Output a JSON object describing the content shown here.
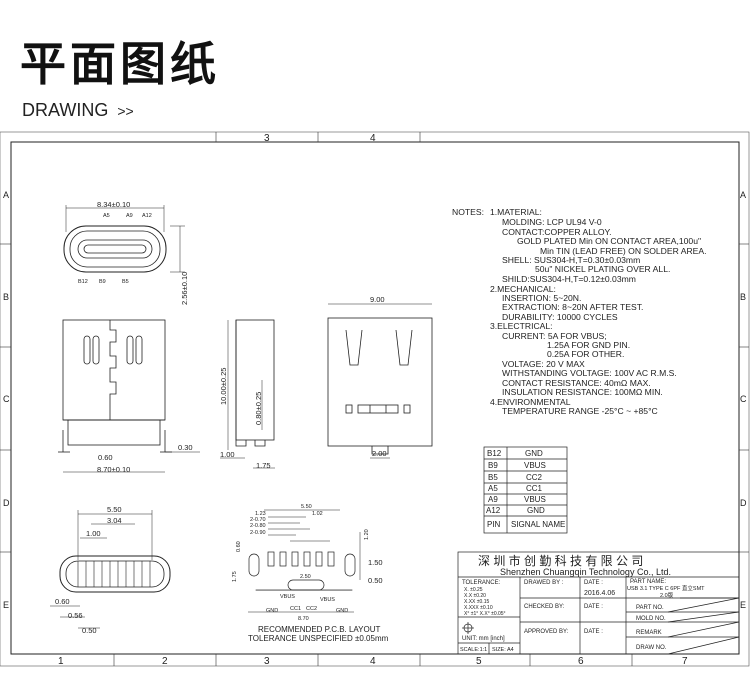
{
  "header": {
    "title": "平面图纸",
    "subtitle": "DRAWING",
    "chevron": ">>"
  },
  "frame": {
    "top_numbers": [
      "3",
      "4"
    ],
    "bottom_numbers": [
      "1",
      "2",
      "3",
      "4",
      "5",
      "6",
      "7"
    ],
    "side_letters": [
      "A",
      "B",
      "C",
      "D",
      "E"
    ]
  },
  "top_view": {
    "width_dim": "8.34±0.10",
    "height_dim": "2.56±0.10",
    "top_pins": [
      "A5",
      "A9",
      "A12"
    ],
    "bottom_pins": [
      "B12",
      "B9",
      "B5"
    ]
  },
  "front_view": {
    "dim_a": "0.60",
    "dim_b": "0.30",
    "dim_c": "8.70±0.10"
  },
  "side_view": {
    "height": "10.00±0.25",
    "dim_inner": "0.80±0.25",
    "dim_a": "1.00",
    "dim_b": "1.75"
  },
  "right_view": {
    "width": "9.00",
    "bottom": "2.00"
  },
  "notes": {
    "label": "NOTES:",
    "lines": [
      "1.MATERIAL:",
      "   MOLDING: LCP UL94 V-0",
      "   CONTACT:COPPER ALLOY.",
      "      GOLD PLATED Min ON CONTACT AREA,100u\"",
      "               Min TIN (LEAD FREE) ON SOLDER AREA.",
      "   SHELL: SUS304-H,T=0.30±0.03mm",
      "            50u\" NICKEL PLATING OVER ALL.",
      "   SHILD:SUS304-H,T=0.12±0.03mm",
      "2.MECHANICAL:",
      "   INSERTION: 5~20N.",
      "   EXTRACTION: 8~20N AFTER TEST.",
      "   DURABILITY: 10000 CYCLES",
      "3.ELECTRICAL:",
      "   CURRENT: 5A FOR VBUS;",
      "            1.25A FOR GND PIN.",
      "            0.25A FOR OTHER.",
      "   VOLTAGE: 20 V MAX",
      "   WITHSTANDING VOLTAGE: 100V AC R.M.S.",
      "   CONTACT RESISTANCE: 40mΩ MAX.",
      "   INSULATION RESISTANCE: 100MΩ MIN.",
      "4.ENVIRONMENTAL",
      "   TEMPERATURE RANGE -25°C ~ +85°C"
    ]
  },
  "pin_table": {
    "rows": [
      [
        "B12",
        "GND"
      ],
      [
        "B9",
        "VBUS"
      ],
      [
        "B5",
        "CC2"
      ],
      [
        "A5",
        "CC1"
      ],
      [
        "A9",
        "VBUS"
      ],
      [
        "A12",
        "GND"
      ],
      [
        "PIN",
        "SIGNAL NAME"
      ]
    ]
  },
  "front_detail": {
    "dims": [
      "5.50",
      "3.04",
      "1.00",
      "0.60",
      "0.56",
      "0.50"
    ]
  },
  "pcb": {
    "top_dims": [
      "5.50",
      "1.23",
      "2-0.70",
      "1.02",
      "2-0.80",
      "2-0.90"
    ],
    "side_dims": [
      "0.60",
      "1.20",
      "1.50",
      "0.50"
    ],
    "small": [
      "1.75",
      "2.50"
    ],
    "pin_labels": [
      "GND",
      "CC1",
      "CC2",
      "VBUS",
      "GND"
    ],
    "vbus_left": "VBUS",
    "bottom_dim": "8.70",
    "caption": "RECOMMENDED  P.C.B. LAYOUT",
    "tolerance": "TOLERANCE UNSPECIFIED ±0.05mm"
  },
  "title_block": {
    "company_cn": "深 圳 市 创 勤 科 技 有 限 公 司",
    "company_en": "Shenzhen Chuangqin Technology Co., Ltd.",
    "tolerance_label": "TOLERANCE:",
    "tolerances": [
      "X.     ±0.25",
      "X.X     ±0.20",
      "X.XX    ±0.15",
      "X.XXX   ±0.10"
    ],
    "angle_tol": "X° ±1°     X.X° ±0.05°",
    "drawed_by": "DRAWED BY :",
    "date_label": "DATE :",
    "date_value": "2016.4.06",
    "part_name_label": "PART NAME:",
    "part_name_value": "USB 3.1 TYPE C 6PF 直立SMT",
    "part_name_sub": "2.0版",
    "checked_by": "CHECKED BY:",
    "part_no": "PART NO.",
    "mold_no": "MOLD NO.",
    "approved_by": "APPROVED BY:",
    "remark": "REMARK",
    "draw_no": "DRAW NO.",
    "unit": "UNIT: mm [inch]",
    "scale": "SCALE:1:1",
    "size": "SIZE: A4"
  }
}
